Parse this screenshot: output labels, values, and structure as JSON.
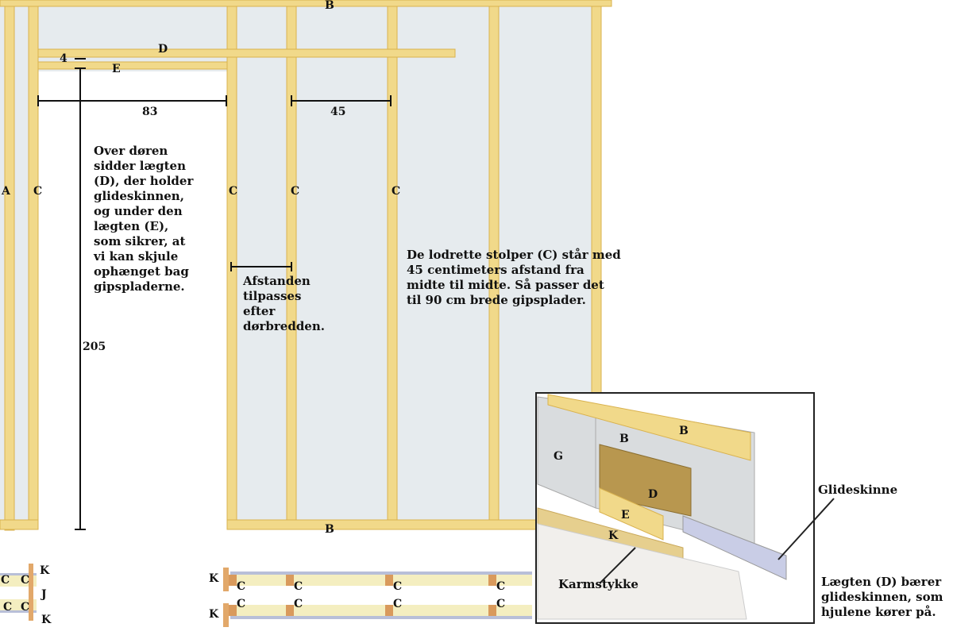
{
  "colors": {
    "wood": "#f1d98a",
    "wood_edge": "#d9b24e",
    "wall": "#e6ebee",
    "gips": "#d9dcde",
    "rail": "#b8bfd8"
  },
  "labels": {
    "A": "A",
    "B": "B",
    "C": "C",
    "D": "D",
    "E": "E",
    "G": "G",
    "J": "J",
    "K": "K"
  },
  "dimensions": {
    "opening_width": "83",
    "stud_spacing": "45",
    "door_height": "205",
    "gap": "4"
  },
  "notes": {
    "lath": "Over døren\nsidder lægten\n(D), der holder\nglideskinnen,\nog under den\nlægten (E),\nsom sikrer, at\nvi kan skjule\nophænget bag\ngipspladerne.",
    "adjust": "Afstanden\ntilpasses\nefter\ndørbredden.",
    "studs": "De lodrette stolper (C) står med\n45 centimeters afstand fra\nmidte til midte. Så passer det\ntil 90 cm brede gipsplader.",
    "rail_label": "Glideskinne",
    "frame_label": "Karmstykke",
    "rail_note": "Lægten (D) bærer\nglideskinnen, som\nhjulene kører på."
  }
}
